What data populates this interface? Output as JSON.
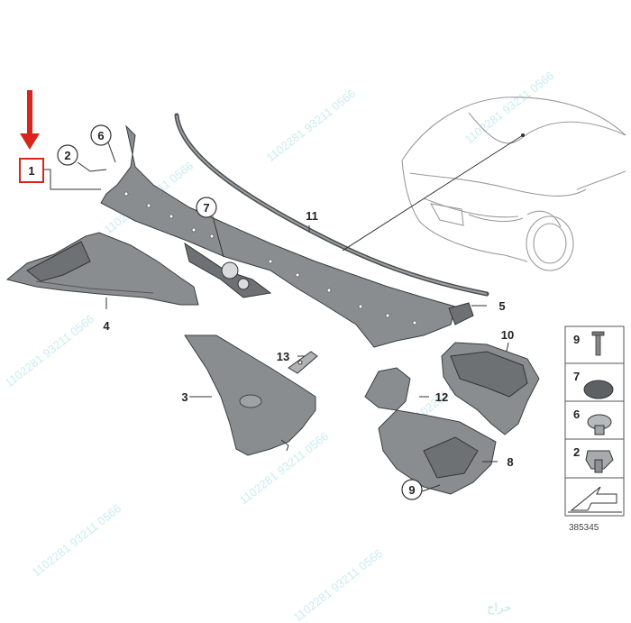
{
  "callouts": {
    "c1": "1",
    "c2": "2",
    "c3": "3",
    "c4": "4",
    "c5": "5",
    "c6": "6",
    "c7": "7",
    "c8": "8",
    "c9": "9",
    "c10": "10",
    "c11": "11",
    "c12": "12",
    "c13": "13"
  },
  "legend": {
    "items": [
      {
        "num": "9",
        "icon": "push-rivet-icon"
      },
      {
        "num": "7",
        "icon": "round-cap-icon"
      },
      {
        "num": "6",
        "icon": "mushroom-clip-icon"
      },
      {
        "num": "2",
        "icon": "clip-nut-icon"
      }
    ],
    "arrow_icon": "direction-arrow-icon"
  },
  "diagram_number": "385345",
  "watermark": {
    "text": "1102281 93211 0566",
    "arabic": "حراج"
  },
  "colors": {
    "highlight": "#d9261c",
    "part_gray": "#8a8d90",
    "watermark": "#bfe7ef"
  }
}
